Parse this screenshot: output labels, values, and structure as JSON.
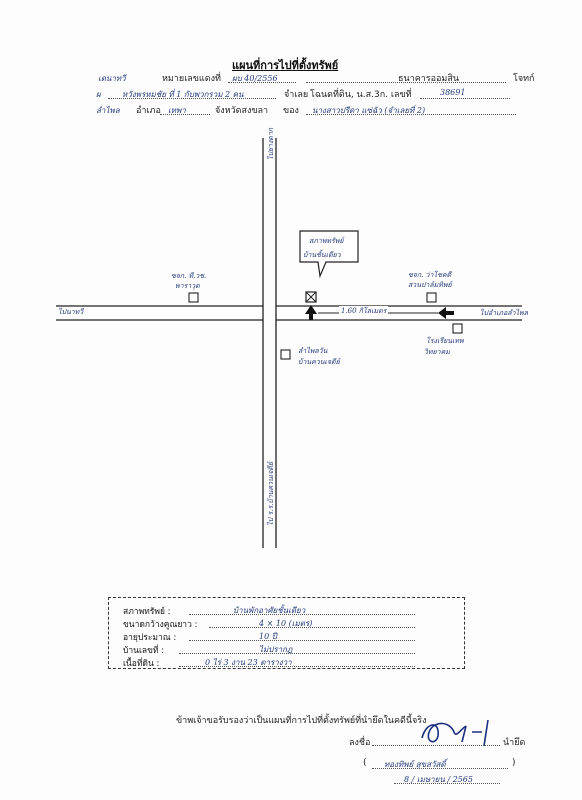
{
  "header": {
    "title": "แผนที่การไปที่ตั้งทรัพย์",
    "r1_prefix": "เดนาทวี",
    "r1_label_deed": "หมายเลขแดงที่",
    "r1_deed_no": "ผบ 40/2556",
    "r1_bank": "ธนาคารออมสิน",
    "r1_plaintiff": "โจทก์",
    "r2_prefix": "ผ",
    "r2_defendant": "หวังพรหมชัย ที่ 1 กับพวกรวม 2 คน",
    "r2_label_defendant": "จำเลย",
    "r2_label_land": "โฉนดที่ดิน, น.ส.3ก. เลขที่",
    "r2_land_no": "38691",
    "r3_subdistrict": "ลำไพล",
    "r3_label_district": "อำเภอ",
    "r3_district": "เทพา",
    "r3_label_province": "จังหวัดสงขลา",
    "r3_label_of": "ของ",
    "r3_owner": "นางสาวปรีดา แซ่ฉัว (จำเลยที่ 2)"
  },
  "map": {
    "road_north": "ไปยางดาก",
    "road_south": "ไป ร.ร.บ้านควนเจดีย์",
    "road_west": "ไปนาทวี",
    "road_east": "ไปอำเภอลำไพล",
    "property_callout_1": "สภาพทรัพย์",
    "property_callout_2": "บ้านชั้นเดียว",
    "shop_nw_1": "ซจก. ที.วช.",
    "shop_nw_2": "พาราวุด",
    "shop_ne_1": "ซจก. ว่าโชคดี",
    "shop_ne_2": "สวนปาล์มทิพย์",
    "school_se_1": "โรงเรียนเทพ",
    "school_se_2": "วิทยาคม",
    "house_sw_1": "ลำไพลวัน",
    "house_sw_2": "บ้านควนเจดีย์",
    "distance": "1.60 กิโลเมตร"
  },
  "summary": {
    "label_type": "สภาพทรัพย์ :",
    "val_type": "บ้านพักอาศัยชั้นเดียว",
    "label_size": "ขนาดกว้างคูณยาว :",
    "val_size": "4 × 10 (เมตร)",
    "label_age": "อายุประมาณ :",
    "val_age": "10 ปี",
    "label_houseno": "บ้านเลขที่ :",
    "val_houseno": "ไม่ปรากฏ",
    "label_area": "เนื้อที่ดิน :",
    "val_area": "0 ไร่ 3 งาน 23 ตารางวา"
  },
  "footer": {
    "certify": "ข้าพเจ้าขอรับรองว่าเป็นแผนที่การไปที่ตั้งทรัพย์ที่นำยึดในคดีนี้จริง",
    "sign_label": "ลงชื่อ",
    "sign_role": "นำยึด",
    "sign_name": "ทองทิพย์ สุขสวัสดิ์",
    "sign_date": "8 / เมษายน / 2565",
    "paren_open": "(",
    "paren_close": ")"
  }
}
